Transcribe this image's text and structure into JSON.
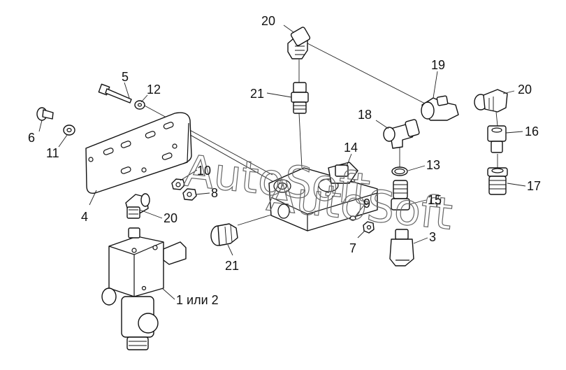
{
  "callouts": {
    "c20_top": "20",
    "c19": "19",
    "c20_right": "20",
    "c5": "5",
    "c12": "12",
    "c21_top": "21",
    "c18": "18",
    "c16": "16",
    "c6": "6",
    "c11": "11",
    "c14": "14",
    "c13": "13",
    "c10": "10",
    "c8": "8",
    "c17": "17",
    "c9": "9",
    "c15": "15",
    "c4": "4",
    "c20_left": "20",
    "c3": "3",
    "c7": "7",
    "c21_bottom": "21",
    "c1_2": "1 или 2"
  },
  "watermark": "AutoSoft"
}
